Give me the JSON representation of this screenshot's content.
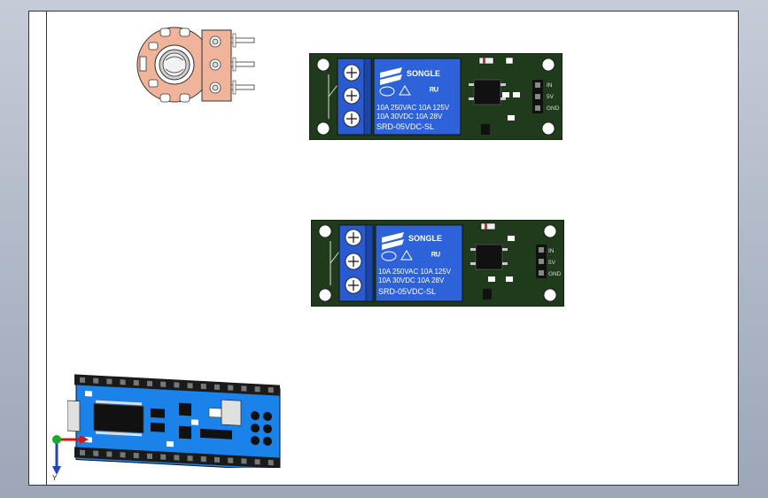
{
  "drawing": {
    "relay_top": {
      "brand": "SONGLE",
      "ratings_line1": "10A 250VAC  10A 125V",
      "ratings_line2": "10A  30VDC  10A  28V",
      "model": "SRD-05VDC-SL",
      "pins": [
        "IN",
        "5V",
        "GND"
      ]
    },
    "relay_bottom": {
      "brand": "SONGLE",
      "ratings_line1": "10A 250VAC  10A 125V",
      "ratings_line2": "10A  30VDC  10A  28V",
      "model": "SRD-05VDC-SL",
      "pins": [
        "IN",
        "5V",
        "GND"
      ]
    },
    "triad": {
      "y_label": "Y"
    }
  },
  "colors": {
    "pcb_green": "#1f3b1c",
    "relay_blue": "#2d62d8",
    "terminal_blue": "#2a5ad0",
    "arduino_blue": "#1a82e8",
    "header_black": "#1a1a1a",
    "pot_body": "#f0b49a"
  }
}
